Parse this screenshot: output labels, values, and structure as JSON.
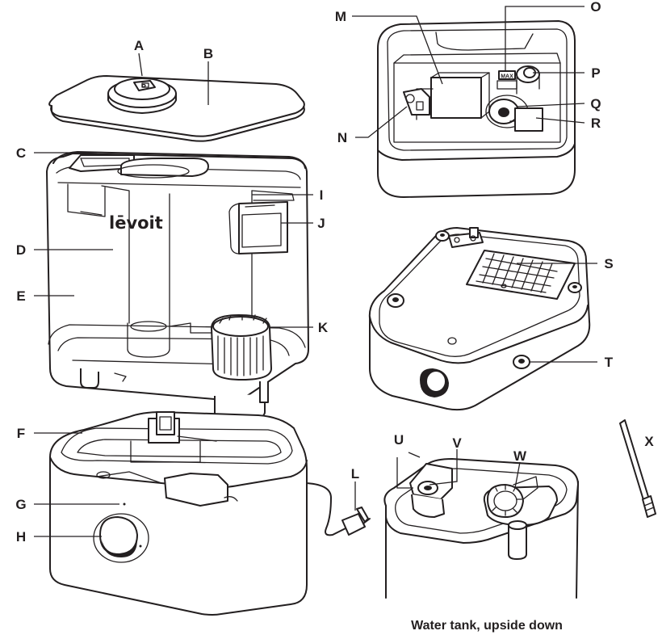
{
  "labels": {
    "A": "A",
    "B": "B",
    "C": "C",
    "D": "D",
    "E": "E",
    "F": "F",
    "G": "G",
    "H": "H",
    "I": "I",
    "J": "J",
    "K": "K",
    "L": "L",
    "M": "M",
    "N": "N",
    "O": "O",
    "P": "P",
    "Q": "Q",
    "R": "R",
    "S": "S",
    "T": "T",
    "U": "U",
    "V": "V",
    "W": "W",
    "X": "X"
  },
  "brand_text": "lēvoit",
  "max_mark": "MAX",
  "caption": "Water tank, upside down"
}
